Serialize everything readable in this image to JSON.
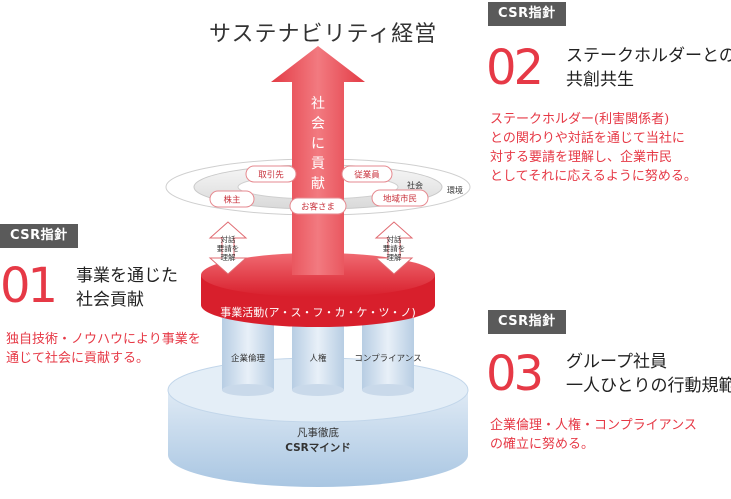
{
  "diagram": {
    "title": "サステナビリティ経営",
    "arrow_label": [
      "社",
      "会",
      "に",
      "貢",
      "献"
    ],
    "ring": {
      "environment": "環境",
      "society": "社会",
      "stakeholders": [
        "取引先",
        "従業員",
        "株主",
        "お客さま",
        "地域市民"
      ]
    },
    "dialogue": [
      "対話",
      "要請を",
      "理解"
    ],
    "business_disc": "事業活動(ア・ス・フ・カ・ケ・ツ・ノ)",
    "pillars": [
      "企業倫理",
      "人権",
      "コンプライアンス"
    ],
    "base": [
      "凡事徹底",
      "CSRマインド"
    ]
  },
  "sections": [
    {
      "tag": "CSR指針",
      "number": "01",
      "heading": [
        "事業を通じた",
        "社会貢献"
      ],
      "description": [
        "独自技術・ノウハウにより事業を",
        "通じて社会に貢献する。"
      ]
    },
    {
      "tag": "CSR指針",
      "number": "02",
      "heading": [
        "ステークホルダーとの",
        "共創共生"
      ],
      "description": [
        "ステークホルダー(利害関係者)",
        "との関わりや対話を通じて当社に",
        "対する要請を理解し、企業市民",
        "としてそれに応えるように努める。"
      ]
    },
    {
      "tag": "CSR指針",
      "number": "03",
      "heading": [
        "グループ社員",
        "一人ひとりの行動規範"
      ],
      "description": [
        "企業倫理・人権・コンプライアンス",
        "の確立に努める。"
      ]
    }
  ],
  "colors": {
    "accent": "#e63946",
    "tag_bg": "#5a5a5a",
    "base_blue": "#c5dcef"
  }
}
